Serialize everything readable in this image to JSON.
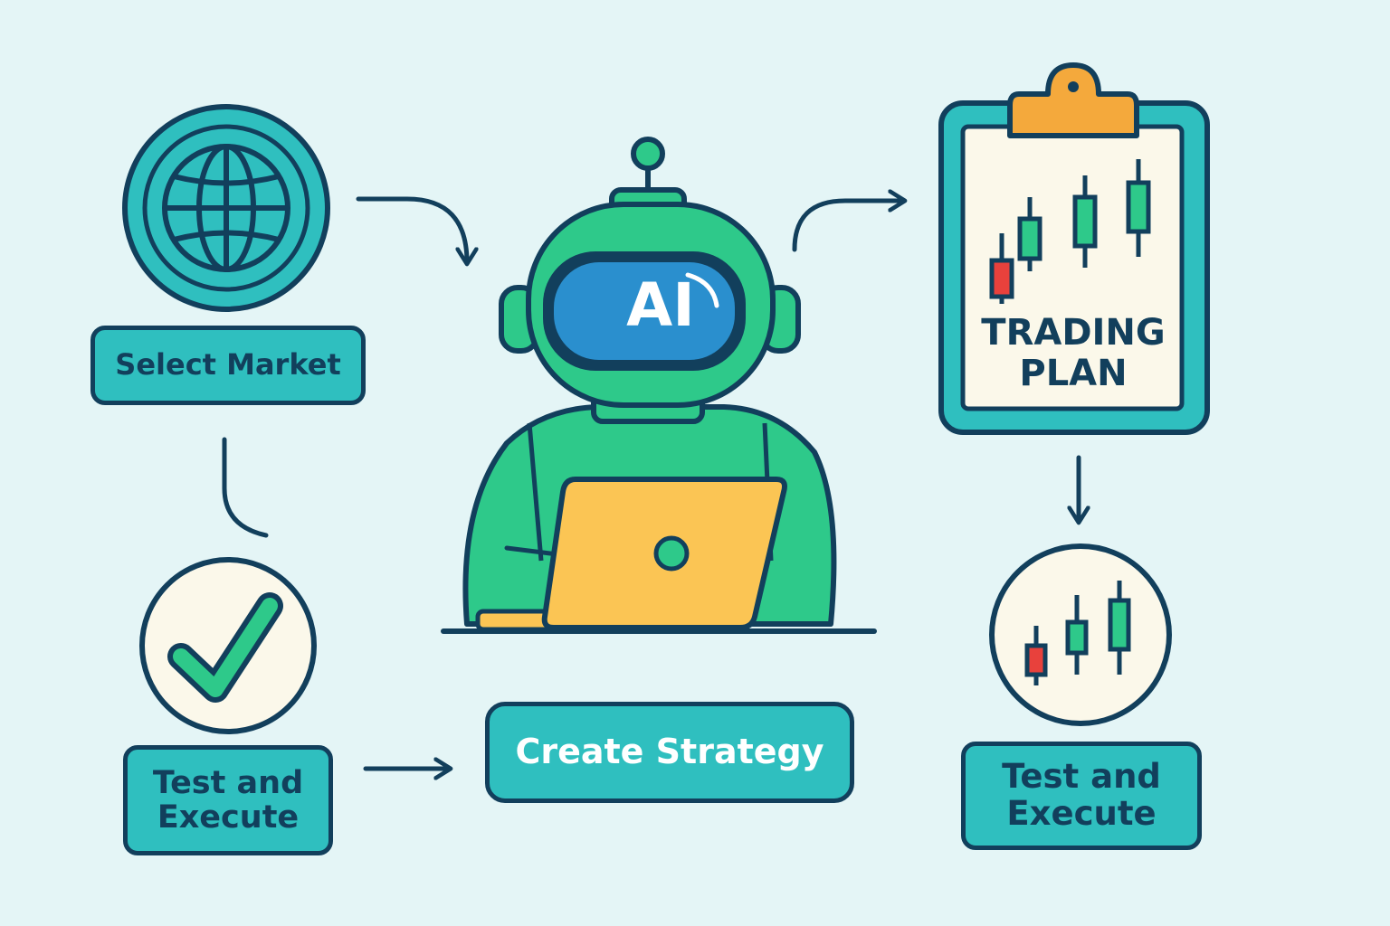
{
  "steps": {
    "select_market": "Select Market",
    "test_execute_left": [
      "Test and",
      "Execute"
    ],
    "create_strategy": "Create Strategy",
    "test_execute_right": [
      "Test and",
      "Execute"
    ]
  },
  "robot": {
    "visor_text": "AI"
  },
  "trading_plan": {
    "title": [
      "TRADING",
      "PLAN"
    ]
  },
  "icons": {
    "globe": "globe-icon",
    "check": "checkmark-icon",
    "robot": "robot-icon",
    "laptop": "laptop-icon",
    "clipboard": "clipboard-icon",
    "candles": "candlestick-icon"
  },
  "colors": {
    "background": "#e4f5f6",
    "outline": "#123f5c",
    "teal": "#2fbfbf",
    "robot_green": "#2ec98a",
    "visor_blue": "#2a8fce",
    "laptop_yellow": "#fbc554",
    "clip_orange": "#f4a93c",
    "candle_green": "#2ec98a",
    "candle_red": "#e8413c",
    "cream": "#fbf8ea"
  }
}
